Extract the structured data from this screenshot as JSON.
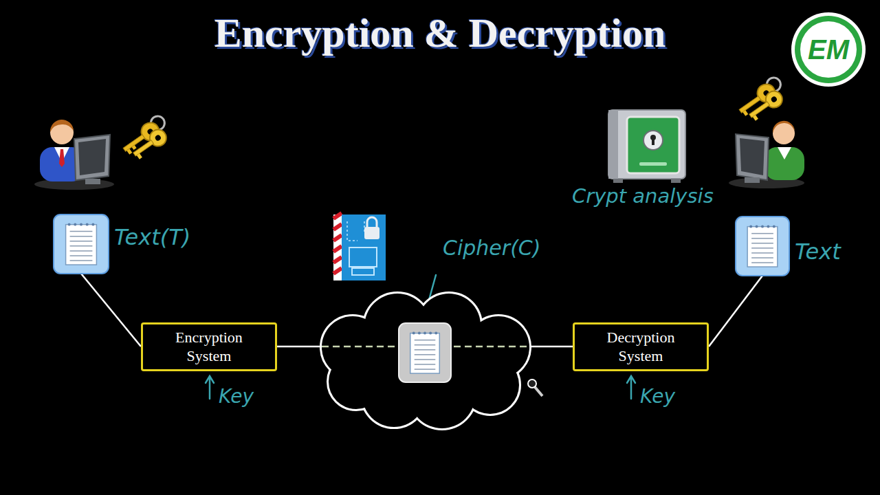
{
  "diagram": {
    "title": "Encryption & Decryption",
    "nodes": [
      {
        "text": [
          "Text(T)"
        ]
      },
      {
        "text": [
          "Encryption System"
        ]
      },
      {
        "text": [
          "Cipher(C)"
        ]
      },
      {
        "text": [
          "Decryption System"
        ]
      },
      {
        "text": [
          "Text"
        ]
      }
    ],
    "edges": [
      {
        "from": 0,
        "to": 1,
        "arrow": "none"
      },
      {
        "from": 1,
        "to": 2,
        "arrow": "none"
      },
      {
        "from": 2,
        "to": 3,
        "arrow": "none"
      },
      {
        "from": 3,
        "to": 4,
        "arrow": "none"
      }
    ],
    "labels": [
      "Key",
      "Key",
      "Crypt analysis",
      "EM"
    ]
  }
}
